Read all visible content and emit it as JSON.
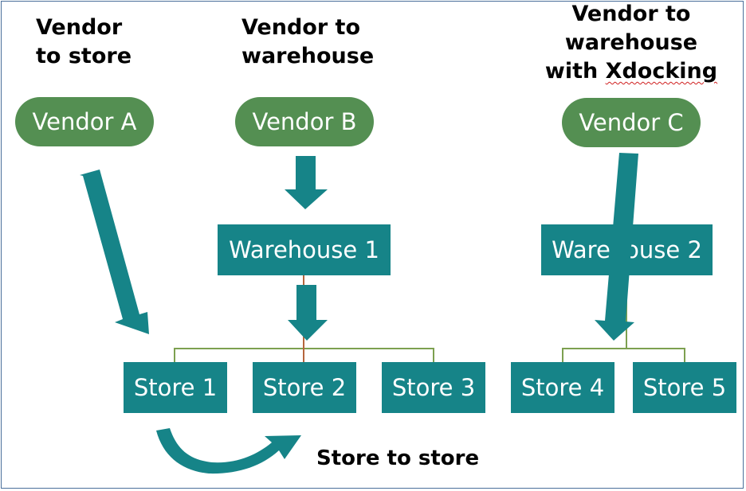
{
  "colors": {
    "vendor_fill": "#548f52",
    "node_fill": "#168488",
    "arrow_fill": "#168488",
    "connector_line": "#7da050",
    "connector_line_alt": "#b5653d",
    "border": "#4a6f9a"
  },
  "headings": {
    "vendor_to_store": [
      "Vendor",
      "to store"
    ],
    "vendor_to_warehouse": [
      "Vendor to",
      "warehouse"
    ],
    "xdocking": [
      "Vendor to",
      "warehouse",
      "with Xdocking"
    ],
    "store_to_store": "Store to store"
  },
  "vendors": {
    "a": "Vendor A",
    "b": "Vendor B",
    "c": "Vendor C"
  },
  "warehouses": {
    "w1": "Warehouse 1",
    "w2": "Warehouse 2"
  },
  "stores": {
    "s1": "Store 1",
    "s2": "Store 2",
    "s3": "Store 3",
    "s4": "Store 4",
    "s5": "Store 5"
  }
}
